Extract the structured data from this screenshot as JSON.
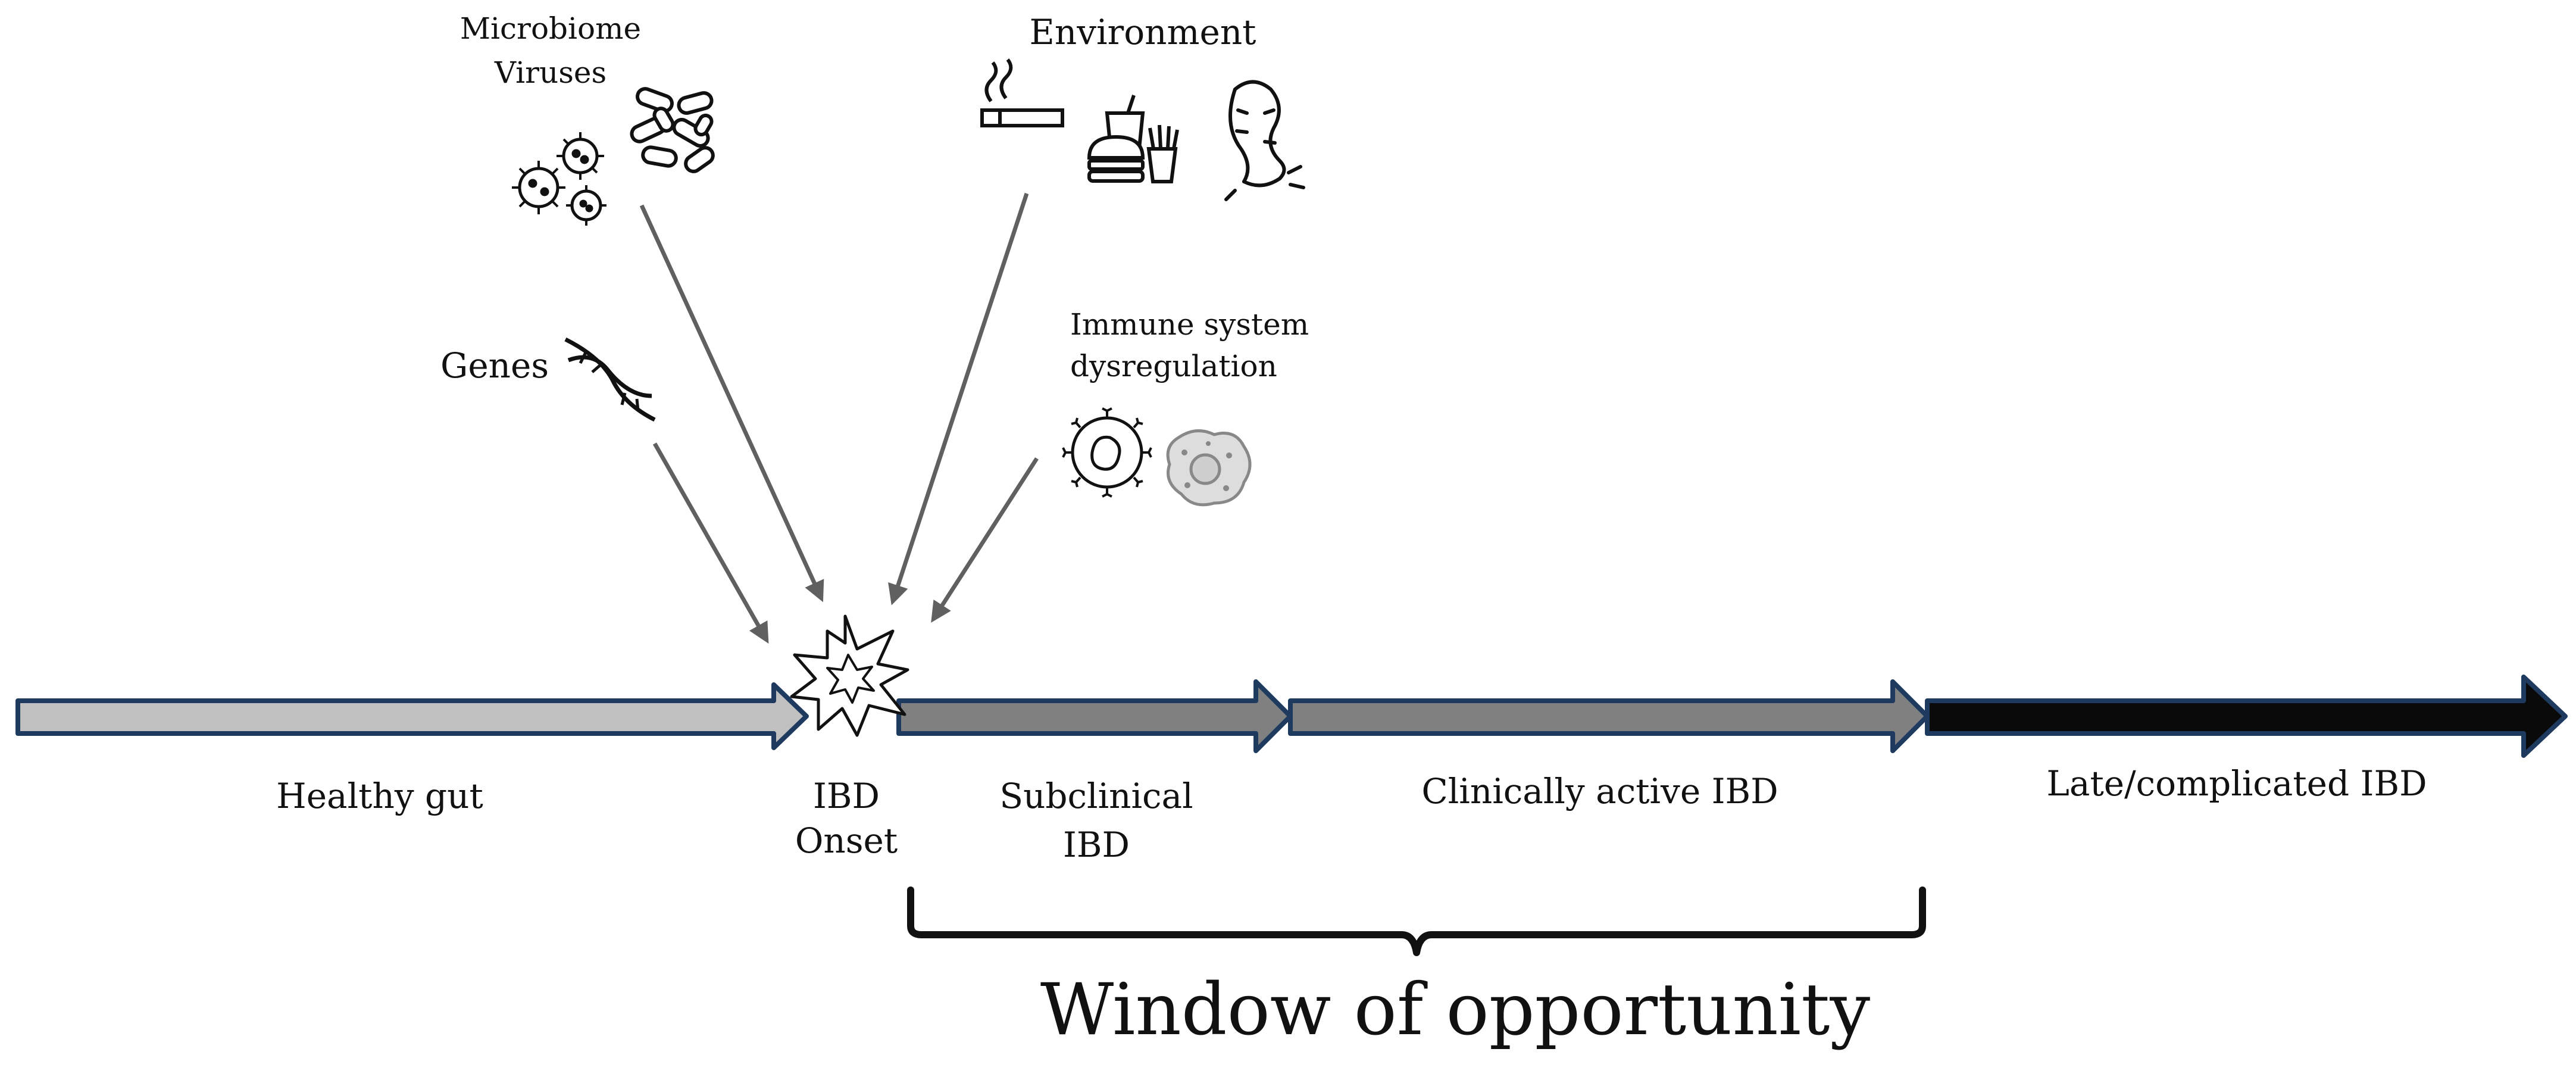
{
  "factors": {
    "microbiome": "Microbiome",
    "viruses": "Viruses",
    "environment": "Environment",
    "genes": "Genes",
    "immune_line1": "Immune system",
    "immune_line2": "dysregulation"
  },
  "stages": {
    "healthy": "Healthy gut",
    "onset_line1": "IBD",
    "onset_line2": "Onset",
    "subclinical_line1": "Subclinical",
    "subclinical_line2": "IBD",
    "active": "Clinically active IBD",
    "late": "Late/complicated IBD"
  },
  "window_label": "Window of opportunity",
  "colors": {
    "healthy_fill": "#c0c0c0",
    "subclinical_fill": "#808080",
    "active_fill": "#808080",
    "late_fill": "#0a0a0a",
    "arrow_border": "#1f3a5f",
    "pointer": "#606060"
  },
  "icons": [
    "virus-cluster-icon",
    "bacteria-icon",
    "cigarette-icon",
    "fast-food-icon",
    "colon-icon",
    "dna-icon",
    "immune-cell-icon",
    "macrophage-icon",
    "explosion-icon"
  ]
}
